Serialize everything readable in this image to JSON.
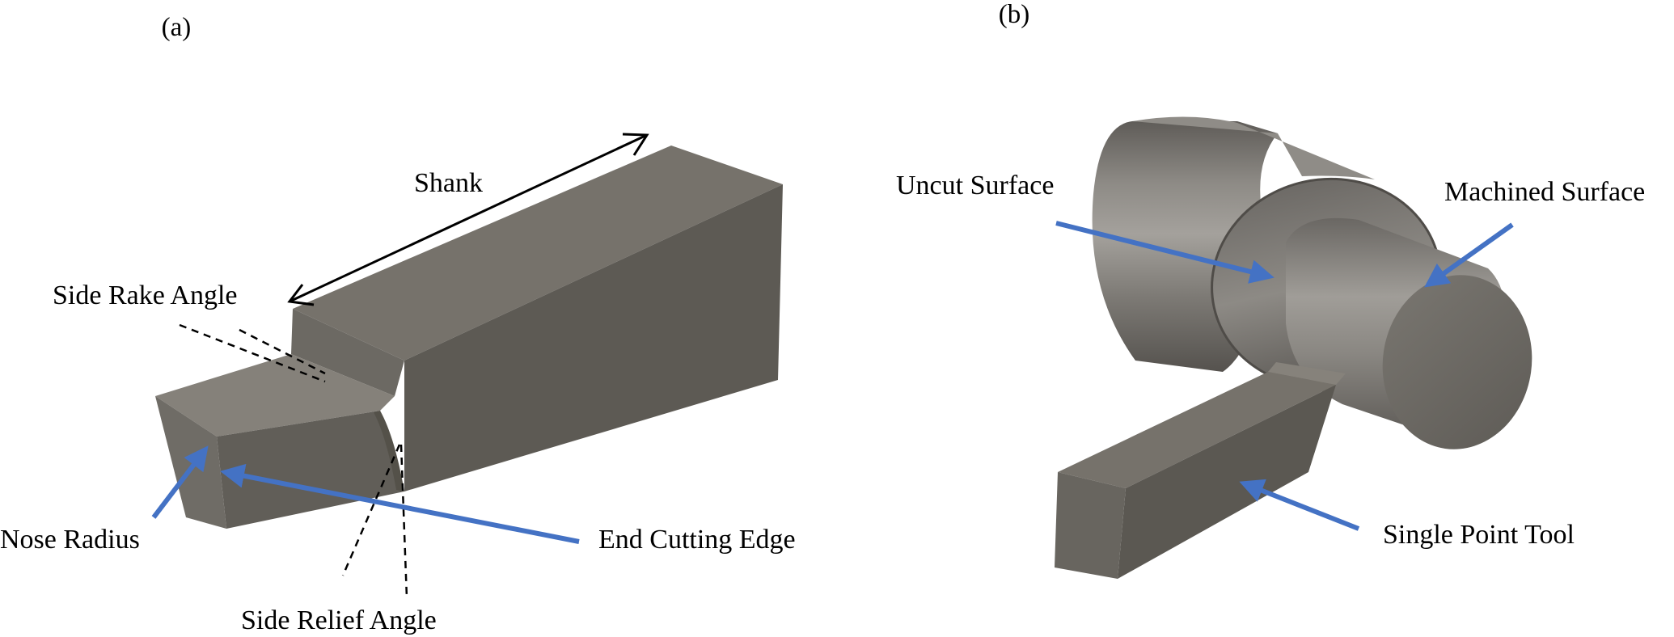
{
  "panels": {
    "a": {
      "label": "(a)"
    },
    "b": {
      "label": "(b)"
    }
  },
  "labels_a": {
    "shank": "Shank",
    "side_rake_angle": "Side Rake Angle",
    "nose_radius": "Nose Radius",
    "end_cutting_edge": "End Cutting Edge",
    "side_relief_angle": "Side Relief Angle"
  },
  "labels_b": {
    "uncut_surface": "Uncut Surface",
    "machined_surface": "Machined Surface",
    "single_point_tool": "Single Point Tool"
  },
  "colors": {
    "arrow_blue": "#4472c4",
    "steel_top": "#75716a",
    "steel_side": "#5b5852",
    "steel_front": "#67635d",
    "text": "#000000"
  }
}
